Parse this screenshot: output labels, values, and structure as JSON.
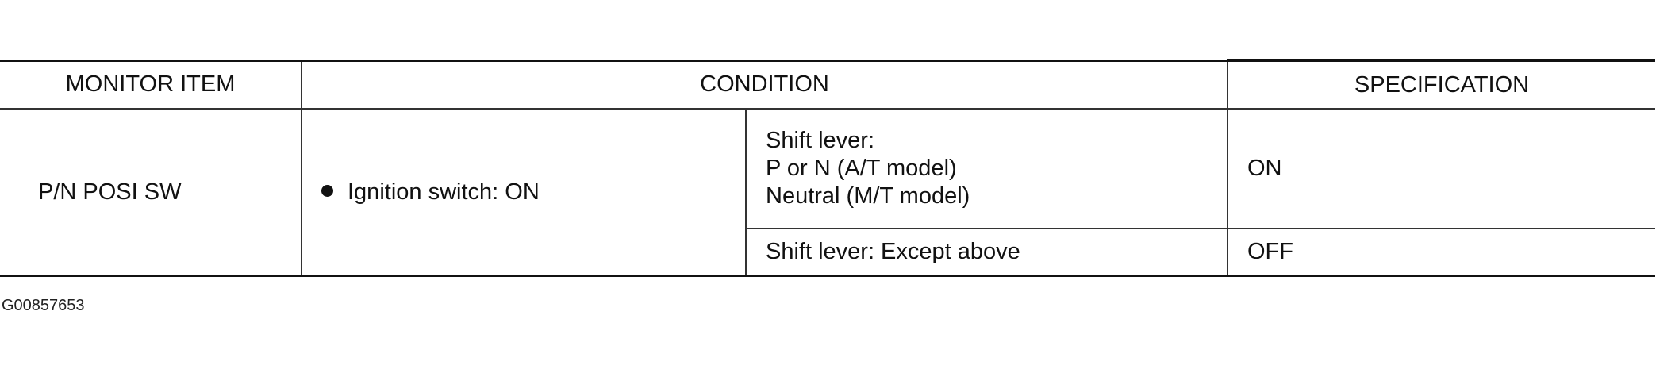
{
  "table": {
    "headers": {
      "monitor_item": "MONITOR ITEM",
      "condition": "CONDITION",
      "specification": "SPECIFICATION"
    },
    "rows": [
      {
        "monitor_item": "P/N POSI SW",
        "condition_main": "Ignition switch: ON",
        "sub_conditions": [
          {
            "lines": [
              "Shift lever:",
              "P or N (A/T model)",
              "Neutral (M/T model)"
            ],
            "specification": "ON"
          },
          {
            "lines": [
              "Shift lever: Except above"
            ],
            "specification": "OFF"
          }
        ]
      }
    ]
  },
  "footer": {
    "figure_id": "G00857653"
  }
}
